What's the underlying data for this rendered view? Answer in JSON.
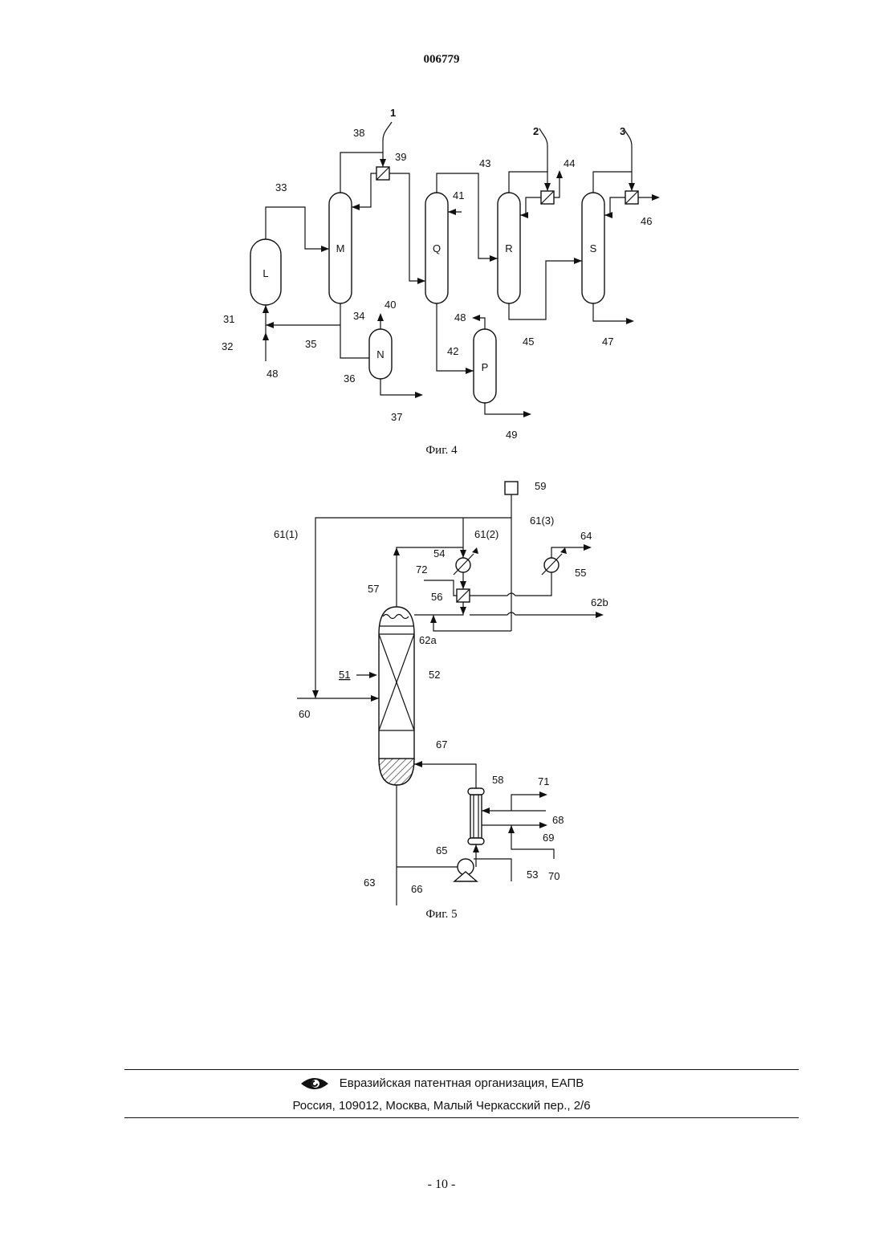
{
  "header": {
    "patent_number": "006779"
  },
  "fig4": {
    "caption": "Фиг. 4",
    "units": [
      "L",
      "M",
      "N",
      "Q",
      "P",
      "R",
      "S"
    ],
    "streams": [
      "1",
      "2",
      "3",
      "31",
      "32",
      "33",
      "34",
      "35",
      "36",
      "37",
      "38",
      "39",
      "40",
      "41",
      "42",
      "43",
      "44",
      "45",
      "46",
      "47",
      "48",
      "48",
      "49"
    ]
  },
  "fig5": {
    "caption": "Фиг. 5",
    "labels": [
      "51",
      "52",
      "53",
      "54",
      "55",
      "56",
      "57",
      "58",
      "59",
      "60",
      "61(1)",
      "61(2)",
      "61(3)",
      "62a",
      "62b",
      "63",
      "64",
      "65",
      "66",
      "67",
      "68",
      "69",
      "70",
      "71",
      "72"
    ]
  },
  "footer": {
    "org": "Евразийская патентная организация, ЕАПВ",
    "address": "Россия, 109012, Москва, Малый Черкасский пер., 2/6"
  },
  "page_footer": "- 10 -"
}
